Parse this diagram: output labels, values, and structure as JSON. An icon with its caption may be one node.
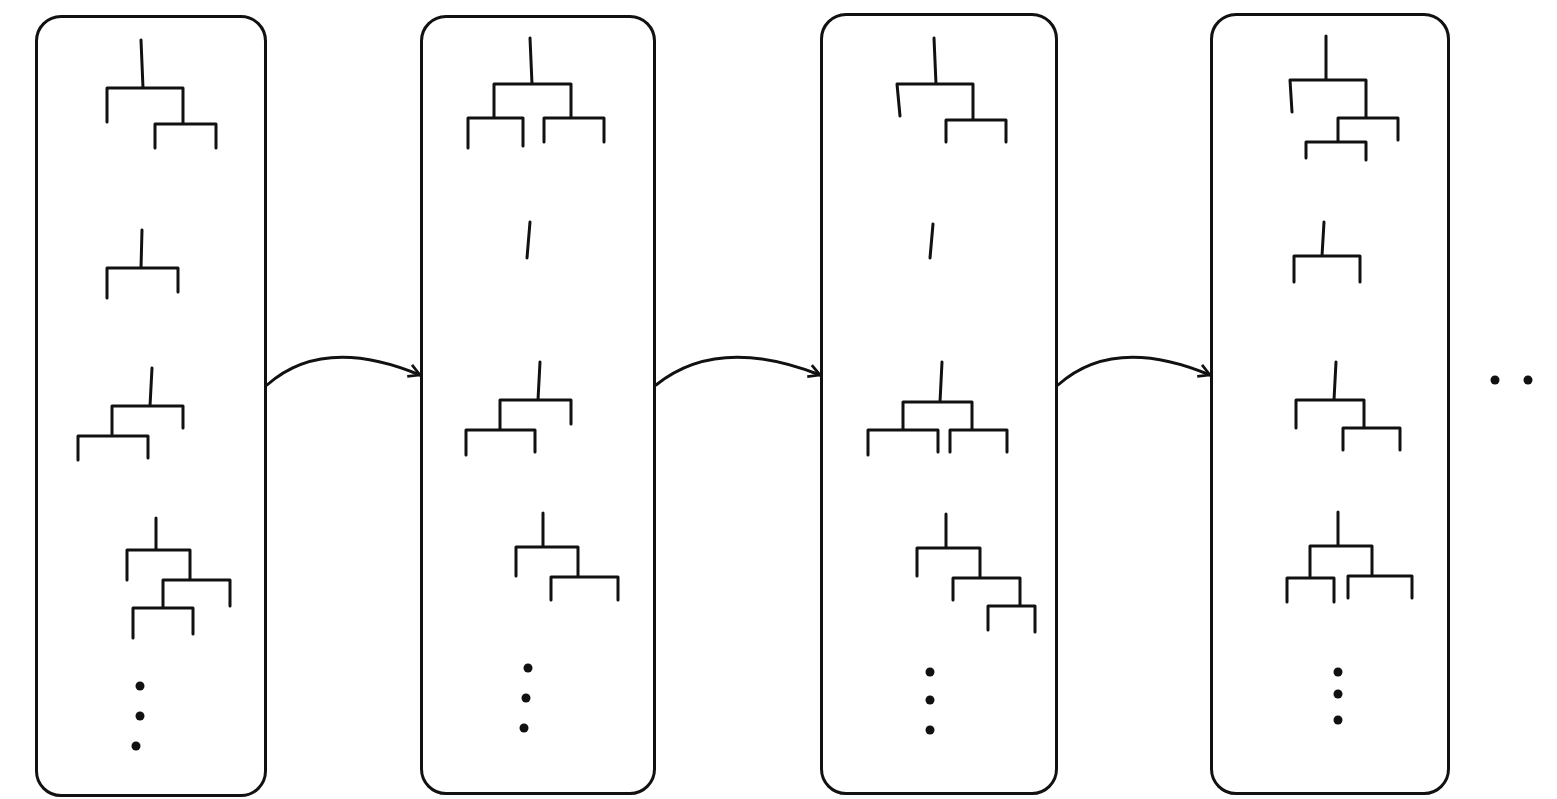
{
  "diagram": {
    "nodes": [
      {
        "text": [],
        "shape": "box"
      },
      {
        "text": [],
        "shape": "picture",
        "in": 0
      },
      {
        "text": [],
        "shape": "picture",
        "in": 0
      },
      {
        "text": [],
        "shape": "picture",
        "in": 0
      },
      {
        "text": [],
        "shape": "picture",
        "in": 0
      },
      {
        "text": [],
        "shape": "box"
      },
      {
        "text": [],
        "shape": "picture",
        "in": 5
      },
      {
        "text": [],
        "shape": "picture",
        "in": 5
      },
      {
        "text": [],
        "shape": "picture",
        "in": 5
      },
      {
        "text": [],
        "shape": "picture",
        "in": 5
      },
      {
        "text": [],
        "shape": "box"
      },
      {
        "text": [],
        "shape": "picture",
        "in": 10
      },
      {
        "text": [],
        "shape": "picture",
        "in": 10
      },
      {
        "text": [],
        "shape": "picture",
        "in": 10
      },
      {
        "text": [],
        "shape": "picture",
        "in": 10
      },
      {
        "text": [],
        "shape": "box"
      },
      {
        "text": [],
        "shape": "picture",
        "in": 15
      },
      {
        "text": [],
        "shape": "picture",
        "in": 15
      },
      {
        "text": [],
        "shape": "picture",
        "in": 15
      },
      {
        "text": [],
        "shape": "picture",
        "in": 15
      }
    ],
    "edges": [
      {
        "from": 0,
        "to": 5,
        "arrow": "to"
      },
      {
        "from": 5,
        "to": 10,
        "arrow": "to"
      },
      {
        "from": 10,
        "to": 15,
        "arrow": "to"
      }
    ]
  }
}
